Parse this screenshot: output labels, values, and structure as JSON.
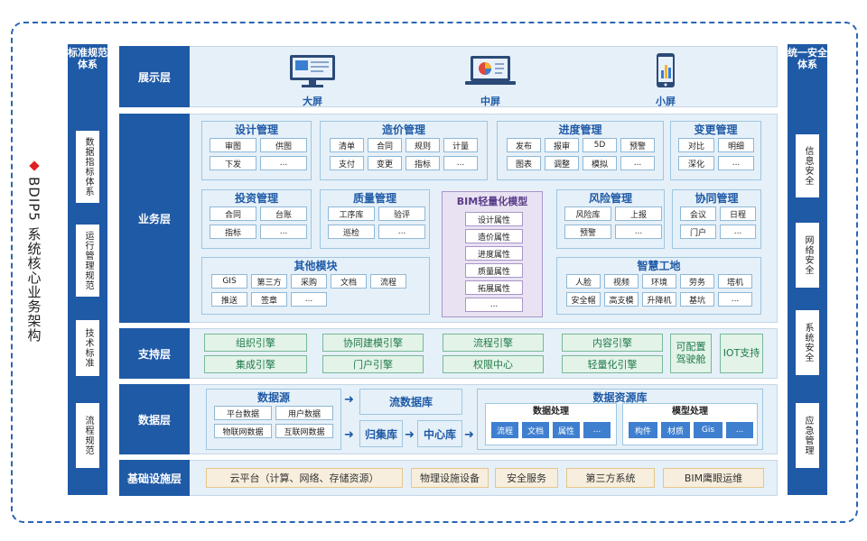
{
  "title": "BDIP5 系统核心业务架构",
  "left_col": {
    "head": "标准规范体系",
    "items": [
      "数据指标体系",
      "运行管理规范",
      "技术标准",
      "流程规范"
    ]
  },
  "right_col": {
    "head": "统一安全体系",
    "items": [
      "信息安全",
      "网络安全",
      "系统安全",
      "应急管理"
    ]
  },
  "layers": {
    "display": "展示层",
    "business": "业务层",
    "support": "支持层",
    "data": "数据层",
    "infra": "基础设施层"
  },
  "devices": [
    {
      "name": "大屏",
      "icon": "monitor-icon"
    },
    {
      "name": "中屏",
      "icon": "laptop-icon"
    },
    {
      "name": "小屏",
      "icon": "phone-icon"
    }
  ],
  "groups": {
    "design": {
      "title": "设计管理",
      "items": [
        "审图",
        "供图",
        "下发",
        "..."
      ]
    },
    "cost": {
      "title": "造价管理",
      "items": [
        "清单",
        "合同",
        "规则",
        "计量",
        "支付",
        "变更",
        "指标",
        "..."
      ]
    },
    "progress": {
      "title": "进度管理",
      "items": [
        "发布",
        "报审",
        "5D",
        "预警",
        "图表",
        "调整",
        "模拟",
        "..."
      ]
    },
    "change": {
      "title": "变更管理",
      "items": [
        "对比",
        "明细",
        "深化",
        "..."
      ]
    },
    "invest": {
      "title": "投资管理",
      "items": [
        "合同",
        "台账",
        "指标",
        "..."
      ]
    },
    "quality": {
      "title": "质量管理",
      "items": [
        "工序库",
        "验评",
        "巡检",
        "..."
      ]
    },
    "risk": {
      "title": "风险管理",
      "items": [
        "风险库",
        "上报",
        "预警",
        "..."
      ]
    },
    "collab": {
      "title": "协同管理",
      "items": [
        "会议",
        "日程",
        "门户",
        "..."
      ]
    },
    "other": {
      "title": "其他模块",
      "items": [
        "GIS",
        "第三方",
        "采购",
        "文档",
        "流程",
        "推送",
        "签章",
        "..."
      ]
    },
    "site": {
      "title": "智慧工地",
      "items": [
        "人脸",
        "视频",
        "环境",
        "劳务",
        "塔机",
        "安全帽",
        "高支模",
        "升降机",
        "基坑",
        "..."
      ]
    }
  },
  "bim": {
    "title": "BIM轻量化模型",
    "items": [
      "设计属性",
      "造价属性",
      "进度属性",
      "质量属性",
      "拓展属性",
      "..."
    ]
  },
  "support": [
    "组织引擎",
    "集成引擎",
    "协同建模引擎",
    "门户引擎",
    "流程引擎",
    "权限中心",
    "内容引擎",
    "轻量化引擎",
    "可配置驾驶舱",
    "IOT支持"
  ],
  "data": {
    "source_title": "数据源",
    "sources": [
      "平台数据",
      "用户数据",
      "物联网数据",
      "互联网数据"
    ],
    "stream": "流数据库",
    "archive": "归集库",
    "center": "中心库",
    "resource_title": "数据资源库",
    "proc_title": "数据处理",
    "proc_items": [
      "流程",
      "文档",
      "属性",
      "..."
    ],
    "model_title": "模型处理",
    "model_items": [
      "构件",
      "材质",
      "Gis",
      "..."
    ]
  },
  "infra": [
    "云平台（计算、网络、存储资源）",
    "物理设施设备",
    "安全服务",
    "第三方系统",
    "BIM鹰眼运维"
  ],
  "colors": {
    "primary": "#1f5aa6",
    "panel": "#e6f0f8",
    "green": "#e3f3e8",
    "beige": "#f7eedd",
    "purple": "#e8e2f2"
  }
}
